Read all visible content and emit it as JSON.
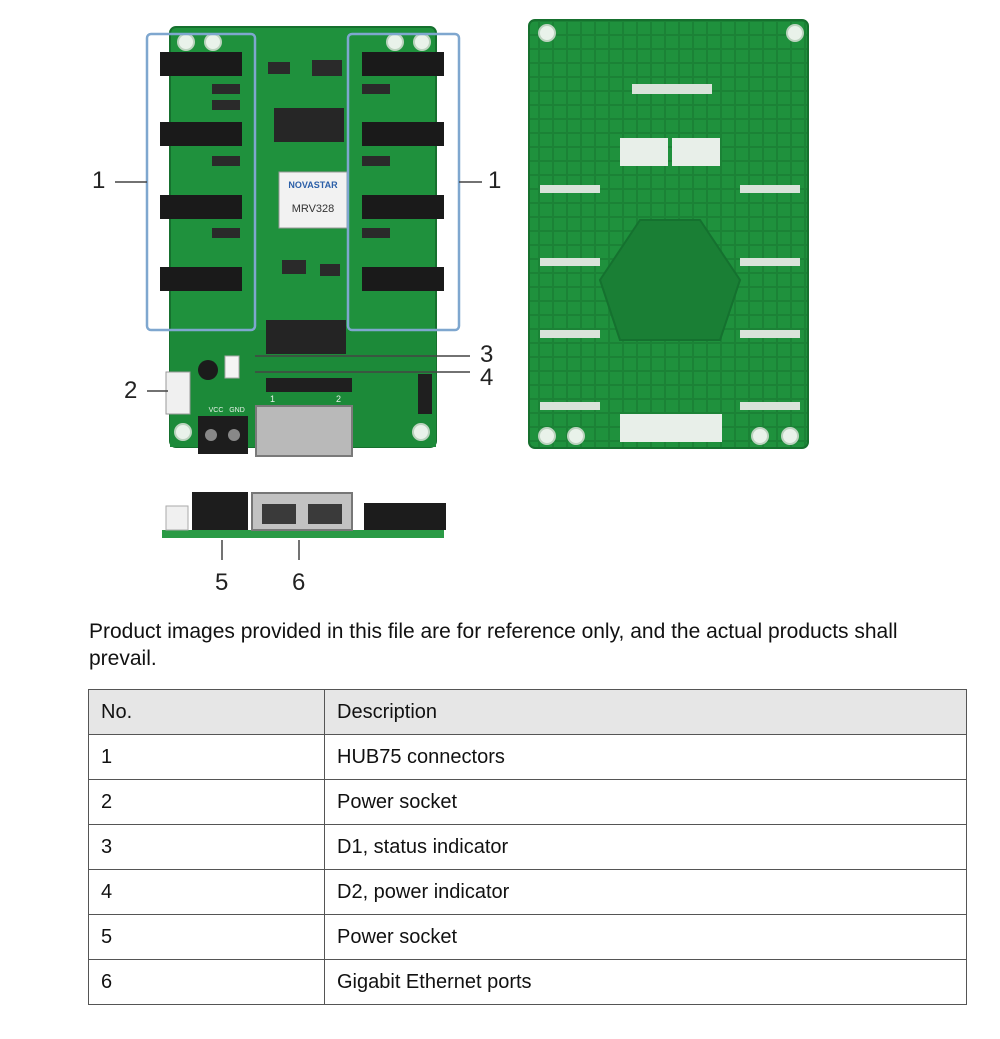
{
  "figure": {
    "chip_brand": "NOVASTAR",
    "chip_model": "MRV328",
    "silk_vcc": "VCC",
    "silk_gnd": "GND",
    "silk_1": "1",
    "silk_2": "2",
    "callouts": [
      "1",
      "1",
      "2",
      "3",
      "4",
      "5",
      "6"
    ],
    "pcb_color": "#1e8f3c",
    "frame_color": "#7fa7cf"
  },
  "note": "Product images provided in this file are for reference only, and the actual products shall prevail.",
  "table": {
    "headers": [
      "No.",
      "Description"
    ],
    "rows": [
      [
        "1",
        "HUB75 connectors"
      ],
      [
        "2",
        "Power socket"
      ],
      [
        "3",
        "D1, status indicator"
      ],
      [
        "4",
        "D2, power indicator"
      ],
      [
        "5",
        "Power socket"
      ],
      [
        "6",
        "Gigabit Ethernet ports"
      ]
    ]
  }
}
